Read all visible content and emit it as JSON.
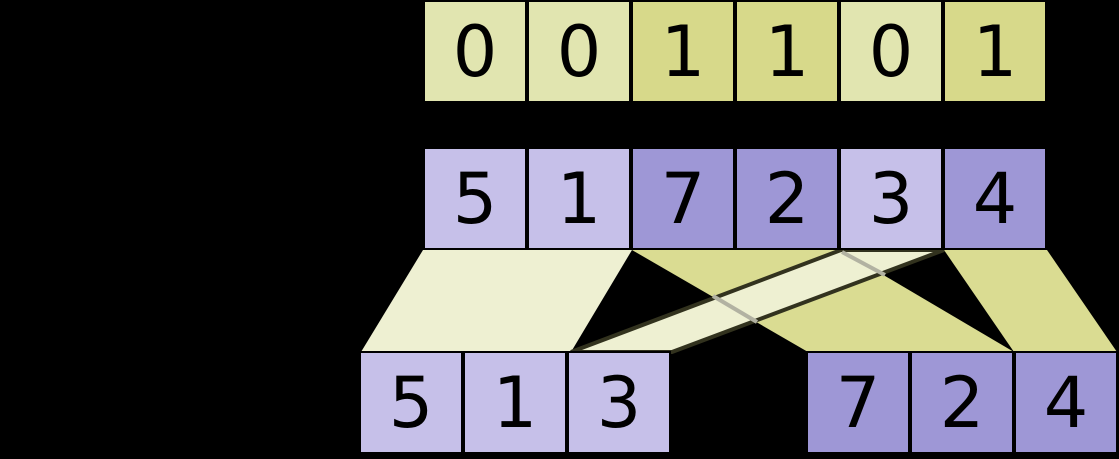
{
  "colors": {
    "background": "#000000",
    "flag_off_cell": "#e1e5b0",
    "flag_on_cell": "#d7d98a",
    "value_light_cell": "#c6c0e9",
    "value_dark_cell": "#9e97d6",
    "funnel_light": "#eef0d2",
    "funnel_dark": "#dadc92",
    "funnel_edge_stroke": "#32321e",
    "funnel_overlap_line": "#b2b2a2",
    "digit": "#000000"
  },
  "arrays": {
    "flags": {
      "cells": [
        {
          "value": "0"
        },
        {
          "value": "0"
        },
        {
          "value": "1"
        },
        {
          "value": "1"
        },
        {
          "value": "0"
        },
        {
          "value": "1"
        }
      ]
    },
    "values": {
      "cells": [
        {
          "value": "5"
        },
        {
          "value": "1"
        },
        {
          "value": "7"
        },
        {
          "value": "2"
        },
        {
          "value": "3"
        },
        {
          "value": "4"
        }
      ]
    },
    "output_left": {
      "cells": [
        {
          "value": "5"
        },
        {
          "value": "1"
        },
        {
          "value": "3"
        }
      ]
    },
    "output_right": {
      "cells": [
        {
          "value": "7"
        },
        {
          "value": "2"
        },
        {
          "value": "4"
        }
      ]
    }
  }
}
